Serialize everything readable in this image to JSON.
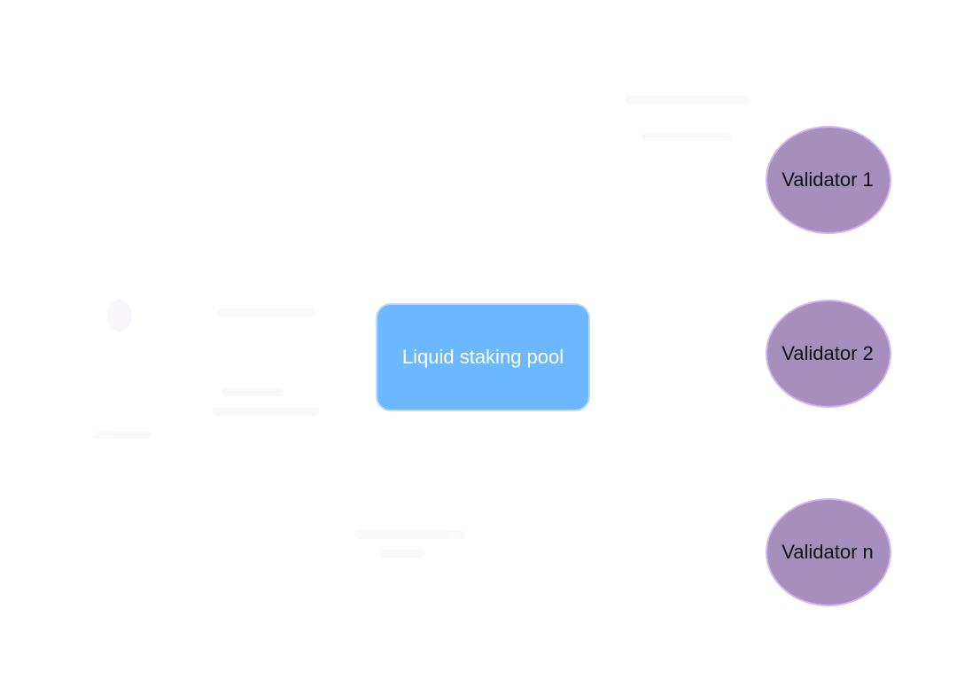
{
  "diagram": {
    "pool": {
      "label": "Liquid staking pool",
      "fill": "#6cb8ff",
      "stroke": "#b8d8ff",
      "text_color": "#ffffff"
    },
    "validators": [
      {
        "label": "Validator 1"
      },
      {
        "label": "Validator 2"
      },
      {
        "label": "Validator n"
      }
    ],
    "validator_style": {
      "fill": "#a68fbd",
      "stroke": "#d3b5ee",
      "text_color": "#111111"
    }
  }
}
